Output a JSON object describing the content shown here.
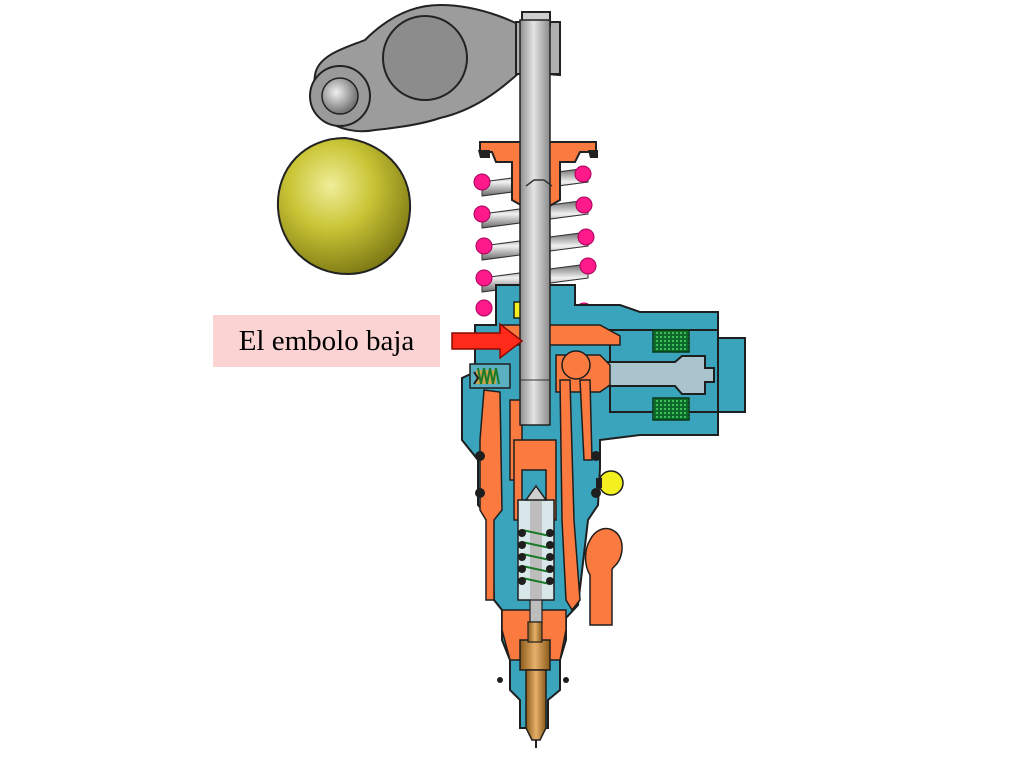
{
  "callout": {
    "label": "El embolo baja",
    "background_color": "#fbd3d3",
    "arrow_color": "#ff2a1a"
  },
  "colors": {
    "body_teal": "#3aa4bc",
    "fuel_orange": "#fa7a40",
    "spring_magenta": "#ff1a8c",
    "cam_olive": "#c6c234",
    "rocker_gray": "#a8a8a8",
    "plunger_gray": "#b8b8b8",
    "solenoid_green": "#1f8a3a",
    "nozzle_bronze": "#c08a3a",
    "ball_yellow": "#f4f020"
  },
  "parts": {
    "cam": "cam-lobe",
    "rocker": "rocker-arm",
    "plunger": "pump-plunger",
    "return_spring": "plunger-return-spring",
    "solenoid": "solenoid-valve",
    "nozzle": "injector-nozzle",
    "nozzle_spring": "nozzle-spring"
  }
}
